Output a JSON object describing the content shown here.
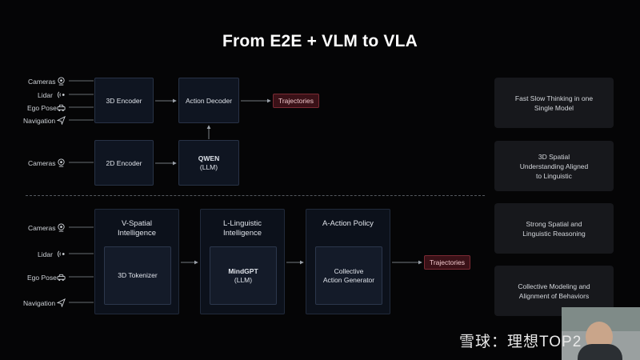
{
  "title": "From E2E + VLM to VLA",
  "top": {
    "inputs": [
      {
        "label": "Cameras",
        "icon": "camera-icon"
      },
      {
        "label": "Lidar",
        "icon": "lidar-icon"
      },
      {
        "label": "Ego Pose",
        "icon": "car-icon"
      },
      {
        "label": "Navigation",
        "icon": "navigation-icon"
      }
    ],
    "encoder_3d": "3D Encoder",
    "action_decoder": "Action Decoder",
    "trajectories": "Trajectories",
    "cameras_2d": "Cameras",
    "encoder_2d": "2D Encoder",
    "qwen_name": "QWEN",
    "qwen_sub": "(LLM)"
  },
  "bottom": {
    "inputs": [
      {
        "label": "Cameras",
        "icon": "camera-icon"
      },
      {
        "label": "Lidar",
        "icon": "lidar-icon"
      },
      {
        "label": "Ego Pose",
        "icon": "car-icon"
      },
      {
        "label": "Navigation",
        "icon": "navigation-icon"
      }
    ],
    "spatial_title_1": "V-Spatial",
    "spatial_title_2": "Intelligence",
    "tokenizer": "3D Tokenizer",
    "linguistic_title_1": "L-Linguistic",
    "linguistic_title_2": "Intelligence",
    "mindgpt_name": "MindGPT",
    "mindgpt_sub": "(LLM)",
    "action_title": "A-Action Policy",
    "generator_1": "Collective",
    "generator_2": "Action Generator",
    "trajectories": "Trajectories"
  },
  "side_cards": [
    {
      "line1": "Fast Slow Thinking in one",
      "line2": "Single Model",
      "line3": ""
    },
    {
      "line1": "3D Spatial",
      "line2": "Understanding Aligned",
      "line3": "to Linguistic"
    },
    {
      "line1": "Strong Spatial and",
      "line2": "Linguistic Reasoning",
      "line3": ""
    },
    {
      "line1": "Collective Modeling and",
      "line2": "Alignment of Behaviors",
      "line3": ""
    }
  ],
  "watermark": "雪球：理想TOP2",
  "colors": {
    "background": "#050506",
    "box_fill": "#0f1521",
    "trajectory_fill": "#3a1117",
    "trajectory_border": "#7a2a33",
    "side_card": "#17181c"
  }
}
